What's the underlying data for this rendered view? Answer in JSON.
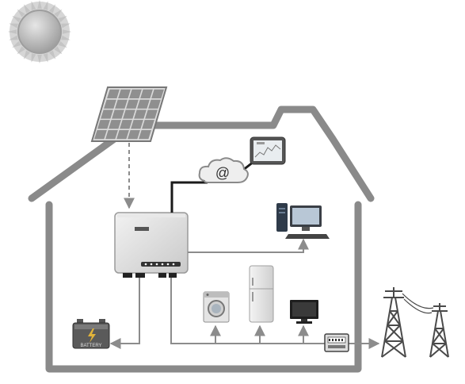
{
  "diagram": {
    "cloud_symbol": "@",
    "battery_label": "BATTERY",
    "inverter_brand": "",
    "colors": {
      "house_outline": "#8a8a8a",
      "arrow_line": "#8c8c8c",
      "comm_line": "#1a1a1a",
      "sun_core": "#b9b9b9",
      "panel_cell": "#8f8f8f",
      "tower": "#4a4a4a"
    }
  },
  "components": [
    {
      "id": "sun",
      "icon": "sun-icon"
    },
    {
      "id": "solar-panel",
      "icon": "solar-panel-icon"
    },
    {
      "id": "inverter",
      "icon": "inverter-icon"
    },
    {
      "id": "internet-cloud",
      "icon": "cloud-icon"
    },
    {
      "id": "tablet-monitor",
      "icon": "tablet-icon"
    },
    {
      "id": "desktop-computer",
      "icon": "computer-icon"
    },
    {
      "id": "battery",
      "icon": "battery-icon"
    },
    {
      "id": "washing-machine",
      "icon": "washing-machine-icon"
    },
    {
      "id": "refrigerator",
      "icon": "refrigerator-icon"
    },
    {
      "id": "television",
      "icon": "tv-icon"
    },
    {
      "id": "energy-meter",
      "icon": "meter-icon"
    },
    {
      "id": "grid-towers",
      "icon": "power-tower-icon"
    }
  ]
}
